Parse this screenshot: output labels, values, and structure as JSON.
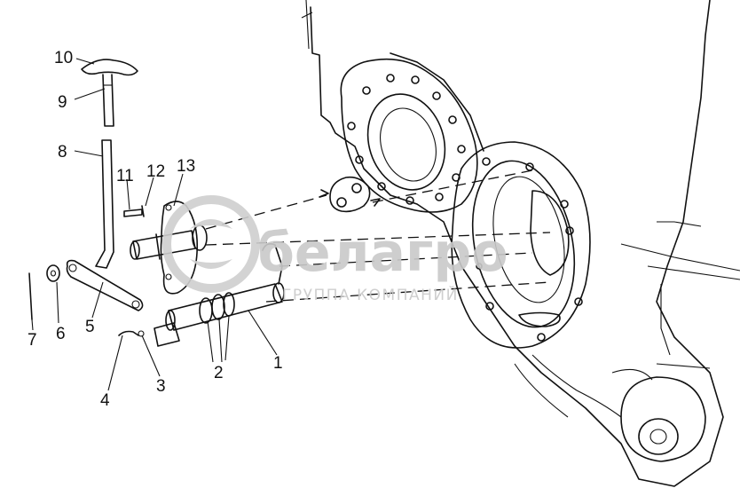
{
  "callouts": [
    "10",
    "9",
    "8",
    "11",
    "12",
    "13",
    "7",
    "6",
    "5",
    "4",
    "3",
    "2",
    "1"
  ],
  "watermark": {
    "brand": "белагро",
    "tagline": "ГРУППА КОМПАНИЙ"
  },
  "colors": {
    "line": "#111111",
    "watermark": "#c9c9c9",
    "background": "#ffffff"
  }
}
